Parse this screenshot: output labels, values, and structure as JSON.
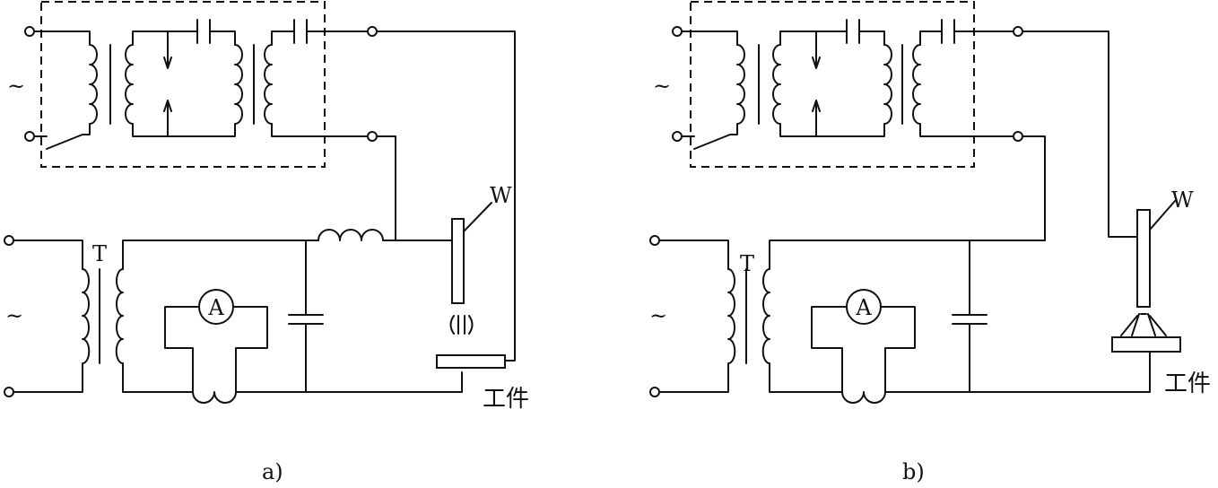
{
  "panels": [
    {
      "caption": "a)",
      "mains_symbol": "~",
      "hf_mains_symbol": "~",
      "transformer_label": "T",
      "ammeter_label": "A",
      "electrode_label": "W",
      "workpiece_label": "工件"
    },
    {
      "caption": "b)",
      "mains_symbol": "~",
      "hf_mains_symbol": "~",
      "transformer_label": "T",
      "ammeter_label": "A",
      "electrode_label": "W",
      "workpiece_label": "工件"
    }
  ]
}
